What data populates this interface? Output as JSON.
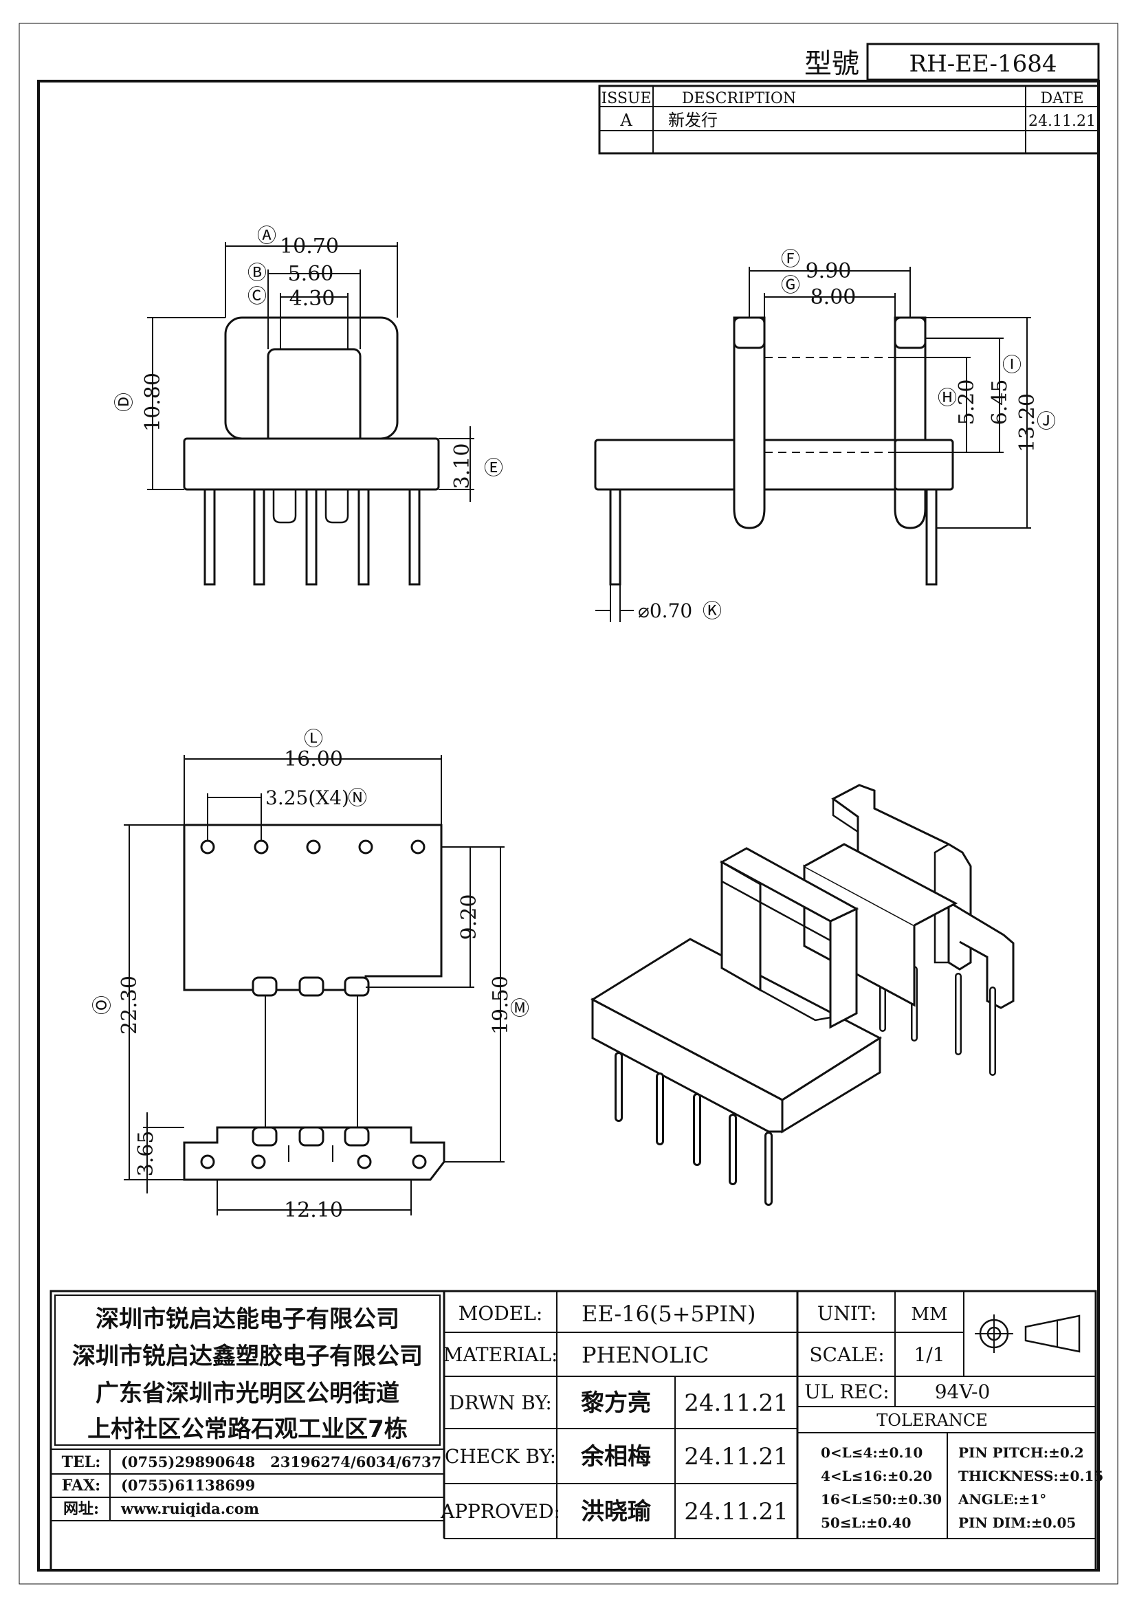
{
  "header": {
    "model_label": "型號",
    "model_number": "RH-EE-1684",
    "revision_table": {
      "headers": [
        "ISSUE",
        "DESCRIPTION",
        "DATE"
      ],
      "rows": [
        {
          "issue": "A",
          "description": "新发行",
          "date": "24.11.21"
        }
      ]
    }
  },
  "views": {
    "front": {
      "dims": {
        "A": {
          "value": "10.70",
          "circle": "Ⓐ"
        },
        "B": {
          "value": "5.60",
          "circle": "Ⓑ"
        },
        "C": {
          "value": "4.30",
          "circle": "Ⓒ"
        },
        "D": {
          "value": "10.80",
          "circle": "Ⓓ"
        },
        "E": {
          "value": "3.10",
          "circle": "Ⓔ"
        }
      }
    },
    "side": {
      "dims": {
        "F": {
          "value": "9.90",
          "circle": "Ⓕ"
        },
        "G": {
          "value": "8.00",
          "circle": "Ⓖ"
        },
        "H": {
          "value": "5.20",
          "circle": "Ⓗ"
        },
        "I": {
          "value": "6.45",
          "circle": "Ⓘ"
        },
        "J": {
          "value": "13.20",
          "circle": "Ⓙ"
        },
        "K": {
          "value": "⌀0.70",
          "circle": "Ⓚ"
        }
      }
    },
    "bottom": {
      "dims": {
        "L": {
          "value": "16.00",
          "circle": "Ⓛ"
        },
        "N": {
          "value": "3.25(X4)",
          "circle": "Ⓝ"
        },
        "M": {
          "value": "19.50",
          "circle": "Ⓜ"
        },
        "O": {
          "value": "22.30",
          "circle": "Ⓞ"
        },
        "P": {
          "value": "9.20"
        },
        "Q": {
          "value": "3.65"
        },
        "R": {
          "value": "12.10"
        }
      }
    }
  },
  "title_block": {
    "company": [
      "深圳市锐启达能电子有限公司",
      "深圳市锐启达鑫塑胶电子有限公司",
      "广东省深圳市光明区公明街道",
      "上村社区公常路石观工业区7栋"
    ],
    "contacts": [
      {
        "label": "TEL:",
        "value": "(0755)29890648   23196274/6034/6737"
      },
      {
        "label": "FAX:",
        "value": "(0755)61138699"
      },
      {
        "label": "网址:",
        "value": "www.ruiqida.com"
      }
    ],
    "model_label": "MODEL:",
    "model_value": "EE-16(5+5PIN)",
    "material_label": "MATERIAL:",
    "material_value": "PHENOLIC",
    "drawn_label": "DRWN BY:",
    "drawn_name": "黎方亮",
    "drawn_date": "24.11.21",
    "check_label": "CHECK BY:",
    "check_name": "余相梅",
    "check_date": "24.11.21",
    "approved_label": "APPROVED:",
    "approved_name": "洪晓瑜",
    "approved_date": "24.11.21",
    "unit_label": "UNIT:",
    "unit_value": "MM",
    "scale_label": "SCALE:",
    "scale_value": "1/1",
    "ul_label": "UL REC:",
    "ul_value": "94V-0",
    "tolerance_label": "TOLERANCE",
    "tolerance_left": [
      "0<L≤4:±0.10",
      "4<L≤16:±0.20",
      "16<L≤50:±0.30",
      "50≤L:±0.40"
    ],
    "tolerance_right": [
      "PIN PITCH:±0.2",
      "THICKNESS:±0.15",
      "ANGLE:±1°",
      "PIN DIM:±0.05"
    ]
  }
}
